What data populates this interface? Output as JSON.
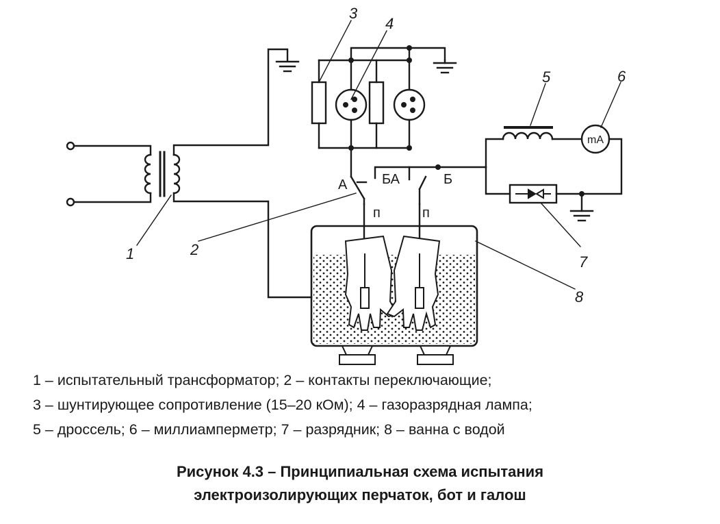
{
  "diagram": {
    "terminal_labels": {
      "a": "А",
      "ba": "БА",
      "b": "Б",
      "p_left": "п",
      "p_right": "п"
    },
    "milliammeter_label": "mA",
    "callouts": [
      "1",
      "2",
      "3",
      "4",
      "5",
      "6",
      "7",
      "8"
    ]
  },
  "legend": [
    "1 – испытательный трансформатор; 2 – контакты переключающие;",
    "3 – шунтирующее сопротивление (15–20 кОм); 4 – газоразрядная лампа;",
    "5 – дроссель; 6 – миллиамперметр; 7 – разрядник; 8 – ванна с водой"
  ],
  "caption": {
    "line1": "Рисунок 4.3 – Принципиальная схема испытания",
    "line2": "электроизолирующих перчаток, бот и галош"
  }
}
